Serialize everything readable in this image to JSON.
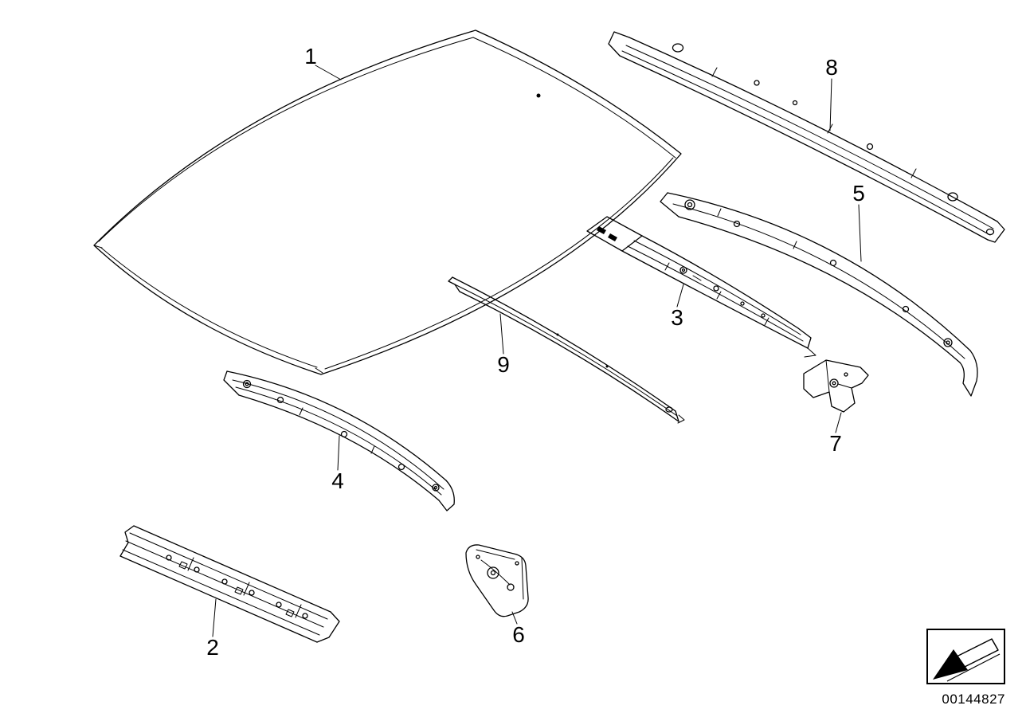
{
  "diagram": {
    "parts": [
      {
        "label": "1"
      },
      {
        "label": "2"
      },
      {
        "label": "3"
      },
      {
        "label": "4"
      },
      {
        "label": "5"
      },
      {
        "label": "6"
      },
      {
        "label": "7"
      },
      {
        "label": "8"
      },
      {
        "label": "9"
      }
    ],
    "drawing_number": "00144827",
    "colors": {
      "background": "#ffffff",
      "line": "#000000"
    },
    "icons": {
      "orientation_arrow": "block-arrow-down-left"
    }
  }
}
